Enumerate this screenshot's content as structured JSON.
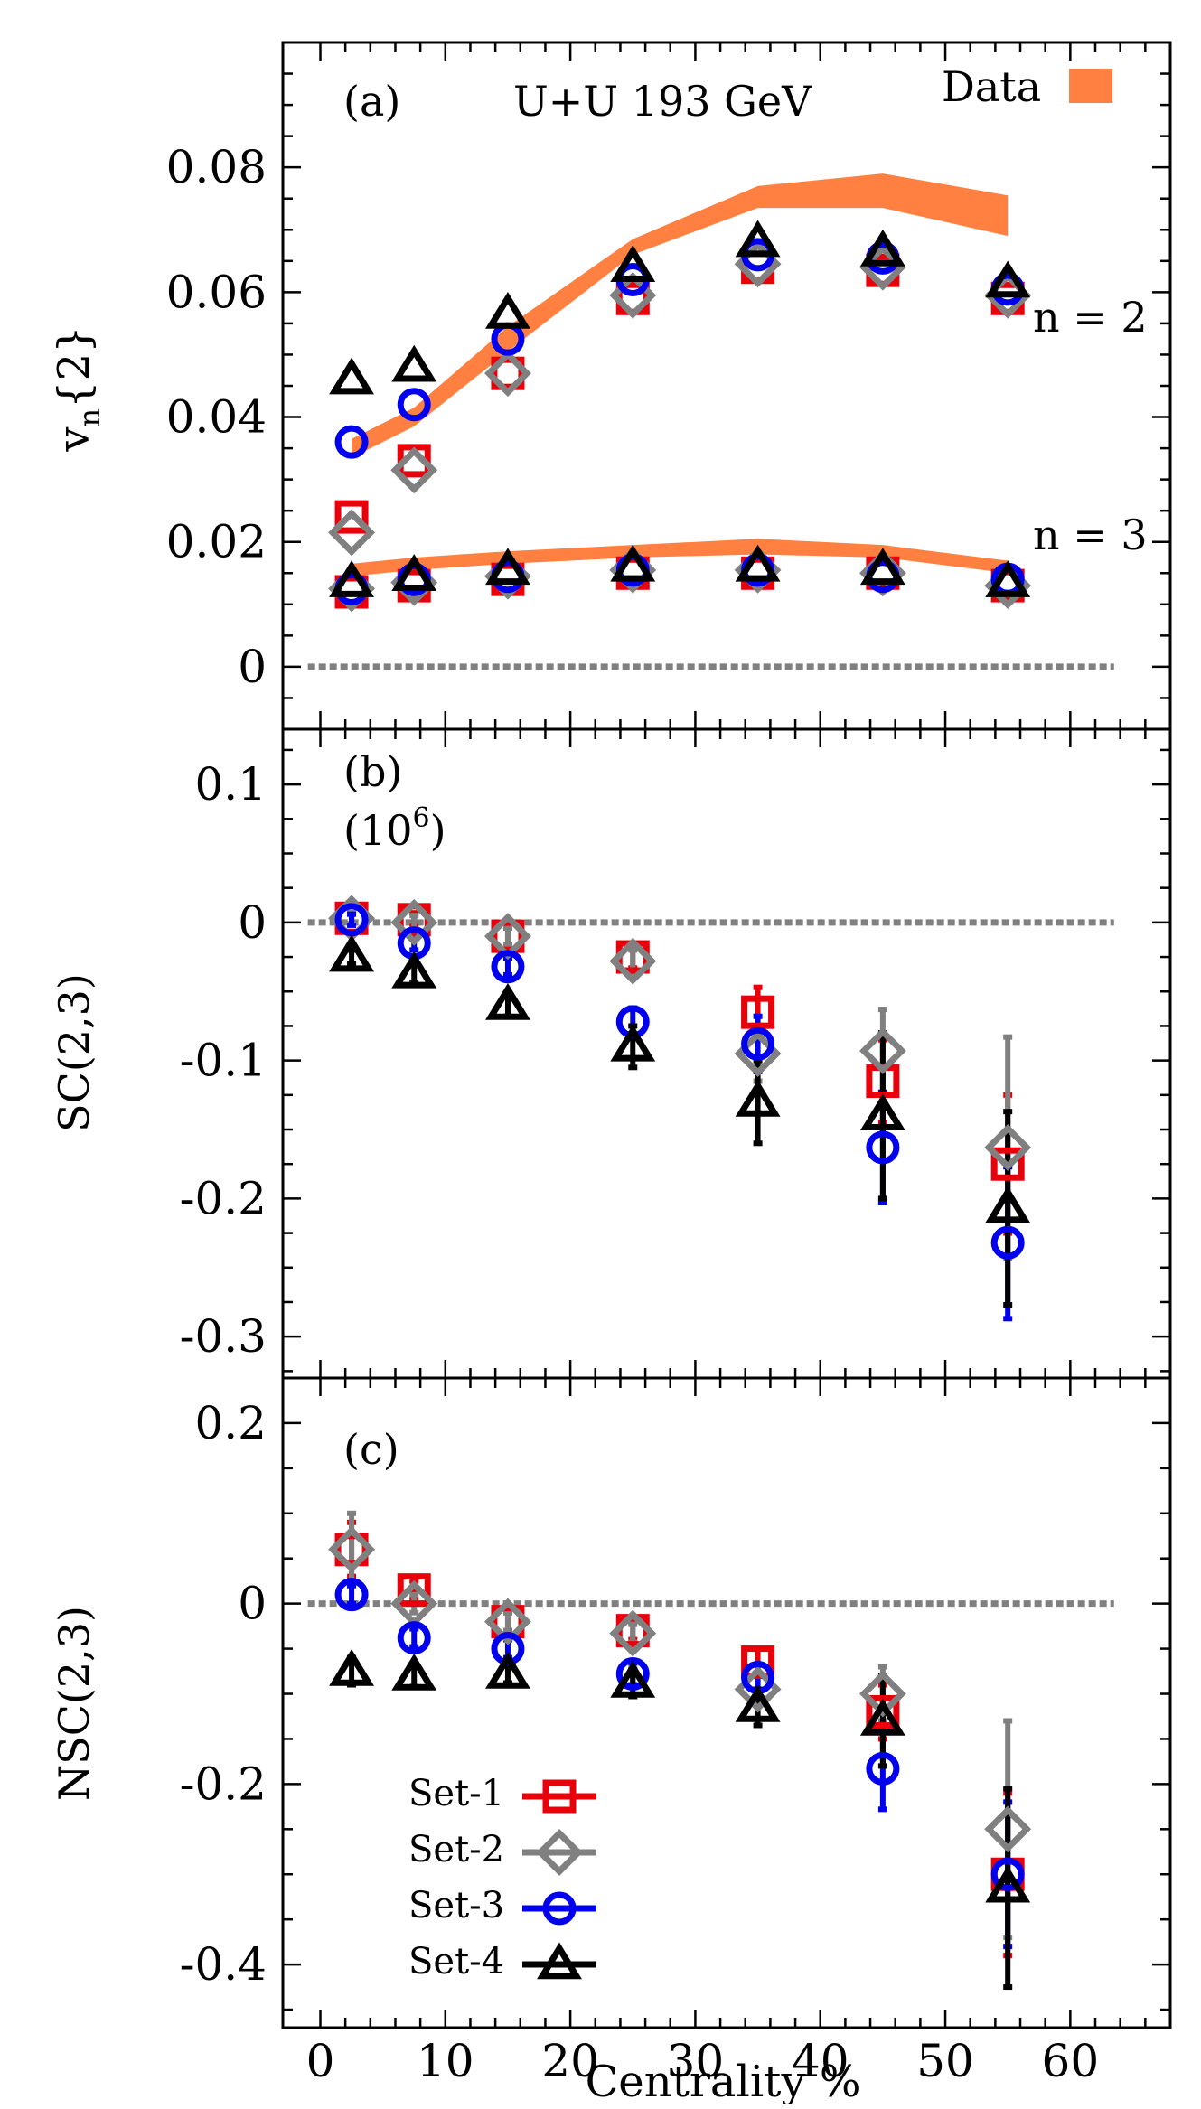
{
  "chart_data": [
    {
      "type": "line",
      "panel_label": "(a)",
      "title": "U+U 193 GeV",
      "ylabel": "v_n{2}",
      "ylabel_main": "v",
      "ylabel_sub": "n",
      "ylabel_rest": "{2}",
      "xlim": [
        -3,
        68
      ],
      "ylim": [
        -0.01,
        0.1
      ],
      "yticks": [
        0,
        0.02,
        0.04,
        0.06,
        0.08
      ],
      "ytick_labels": [
        "0",
        "0.02",
        "0.04",
        "0.06",
        "0.08"
      ],
      "zero_line": true,
      "legend": {
        "label": "Data",
        "color": "#ff8040",
        "placement": "top-right"
      },
      "annotations": [
        {
          "text": "n = 2",
          "x": 60,
          "y": 0.055
        },
        {
          "text": "n = 3",
          "x": 60,
          "y": 0.019
        }
      ],
      "bands": [
        {
          "name": "n = 2",
          "color": "#ff8040",
          "x": [
            2.5,
            7.5,
            15,
            25,
            35,
            45,
            55
          ],
          "low": [
            0.0335,
            0.0385,
            0.0505,
            0.066,
            0.0735,
            0.0735,
            0.069
          ],
          "high": [
            0.0365,
            0.0415,
            0.0545,
            0.0685,
            0.077,
            0.079,
            0.0755
          ]
        },
        {
          "name": "n = 3",
          "color": "#ff8040",
          "x": [
            2.5,
            7.5,
            15,
            25,
            35,
            45,
            55
          ],
          "low": [
            0.0145,
            0.0155,
            0.0165,
            0.0175,
            0.018,
            0.0175,
            0.015
          ],
          "high": [
            0.0165,
            0.0175,
            0.0185,
            0.0195,
            0.0205,
            0.0195,
            0.017
          ]
        }
      ],
      "series": [
        {
          "name": "Set-1",
          "group": "n2",
          "x": [
            2.5,
            7.5,
            15,
            25,
            35,
            45,
            55
          ],
          "y": [
            0.024,
            0.033,
            0.047,
            0.059,
            0.064,
            0.0635,
            0.059
          ],
          "err": [
            0,
            0,
            0,
            0,
            0,
            0,
            0
          ]
        },
        {
          "name": "Set-2",
          "group": "n2",
          "x": [
            2.5,
            7.5,
            15,
            25,
            35,
            45,
            55
          ],
          "y": [
            0.0215,
            0.0315,
            0.047,
            0.0595,
            0.0645,
            0.064,
            0.0595
          ],
          "err": [
            0,
            0,
            0,
            0,
            0,
            0,
            0
          ]
        },
        {
          "name": "Set-3",
          "group": "n2",
          "x": [
            2.5,
            7.5,
            15,
            25,
            35,
            45,
            55
          ],
          "y": [
            0.036,
            0.042,
            0.0525,
            0.062,
            0.066,
            0.0655,
            0.0605
          ],
          "err": [
            0,
            0,
            0,
            0,
            0,
            0,
            0
          ]
        },
        {
          "name": "Set-4",
          "group": "n2",
          "x": [
            2.5,
            7.5,
            15,
            25,
            35,
            45,
            55
          ],
          "y": [
            0.046,
            0.048,
            0.0565,
            0.064,
            0.068,
            0.0665,
            0.0615
          ],
          "err": [
            0,
            0,
            0,
            0,
            0,
            0,
            0
          ]
        },
        {
          "name": "Set-1",
          "group": "n3",
          "x": [
            2.5,
            7.5,
            15,
            25,
            35,
            45,
            55
          ],
          "y": [
            0.012,
            0.013,
            0.014,
            0.015,
            0.015,
            0.015,
            0.013
          ],
          "err": [
            0,
            0,
            0,
            0,
            0,
            0,
            0
          ]
        },
        {
          "name": "Set-2",
          "group": "n3",
          "x": [
            2.5,
            7.5,
            15,
            25,
            35,
            45,
            55
          ],
          "y": [
            0.0125,
            0.0135,
            0.0145,
            0.0155,
            0.0155,
            0.015,
            0.013
          ],
          "err": [
            0,
            0,
            0,
            0,
            0,
            0,
            0
          ]
        },
        {
          "name": "Set-3",
          "group": "n3",
          "x": [
            2.5,
            7.5,
            15,
            25,
            35,
            45,
            55
          ],
          "y": [
            0.0125,
            0.014,
            0.0145,
            0.0155,
            0.0155,
            0.0145,
            0.014
          ],
          "err": [
            0,
            0,
            0,
            0,
            0,
            0,
            0
          ]
        },
        {
          "name": "Set-4",
          "group": "n3",
          "x": [
            2.5,
            7.5,
            15,
            25,
            35,
            45,
            55
          ],
          "y": [
            0.0135,
            0.0145,
            0.0155,
            0.016,
            0.016,
            0.0155,
            0.0135
          ],
          "err": [
            0,
            0,
            0,
            0,
            0,
            0,
            0
          ]
        }
      ]
    },
    {
      "type": "scatter",
      "panel_label": "(b)",
      "panel_label_2_base": "(10",
      "panel_label_2_exp": "6",
      "panel_label_2_end": ")",
      "ylabel": "SC(2,3)",
      "xlim": [
        -3,
        68
      ],
      "ylim": [
        -0.33,
        0.14
      ],
      "yticks": [
        -0.3,
        -0.2,
        -0.1,
        0,
        0.1
      ],
      "ytick_labels": [
        "-0.3",
        "-0.2",
        "-0.1",
        "0",
        "0.1"
      ],
      "zero_line": true,
      "series": [
        {
          "name": "Set-1",
          "x": [
            2.5,
            7.5,
            15,
            25,
            35,
            45,
            55
          ],
          "y": [
            0.003,
            0.002,
            -0.01,
            -0.025,
            -0.065,
            -0.115,
            -0.175
          ],
          "err": [
            0.004,
            0.005,
            0.006,
            0.008,
            0.018,
            0.03,
            0.05
          ]
        },
        {
          "name": "Set-2",
          "x": [
            2.5,
            7.5,
            15,
            25,
            35,
            45,
            55
          ],
          "y": [
            0.003,
            0,
            -0.01,
            -0.028,
            -0.095,
            -0.093,
            -0.163
          ],
          "err": [
            0.004,
            0.005,
            0.006,
            0.008,
            0.02,
            0.03,
            0.08
          ]
        },
        {
          "name": "Set-3",
          "x": [
            2.5,
            7.5,
            15,
            25,
            35,
            45,
            55
          ],
          "y": [
            0.002,
            -0.015,
            -0.032,
            -0.072,
            -0.088,
            -0.163,
            -0.232
          ],
          "err": [
            0.004,
            0.005,
            0.006,
            0.01,
            0.02,
            0.04,
            0.055
          ]
        },
        {
          "name": "Set-4",
          "x": [
            2.5,
            7.5,
            15,
            25,
            35,
            45,
            55
          ],
          "y": [
            -0.025,
            -0.037,
            -0.06,
            -0.09,
            -0.13,
            -0.14,
            -0.207
          ],
          "err": [
            0.005,
            0.007,
            0.008,
            0.015,
            0.03,
            0.06,
            0.07
          ]
        }
      ]
    },
    {
      "type": "scatter",
      "panel_label": "(c)",
      "ylabel": "NSC(2,3)",
      "xlabel": "Centrality %",
      "xlim": [
        -3,
        68
      ],
      "ylim": [
        -0.47,
        0.25
      ],
      "xticks": [
        0,
        10,
        20,
        30,
        40,
        50,
        60
      ],
      "xtick_labels": [
        "0",
        "10",
        "20",
        "30",
        "40",
        "50",
        "60"
      ],
      "yticks": [
        -0.4,
        -0.2,
        0,
        0.2
      ],
      "ytick_labels": [
        "-0.4",
        "-0.2",
        "0",
        "0.2"
      ],
      "zero_line": true,
      "legend": {
        "placement": "bottom-left",
        "entries": [
          "Set-1",
          "Set-2",
          "Set-3",
          "Set-4"
        ]
      },
      "series": [
        {
          "name": "Set-1",
          "x": [
            2.5,
            7.5,
            15,
            25,
            35,
            45,
            55
          ],
          "y": [
            0.06,
            0.015,
            -0.02,
            -0.03,
            -0.065,
            -0.12,
            -0.3
          ],
          "err": [
            0.03,
            0.01,
            0.01,
            0.01,
            0.015,
            0.03,
            0.09
          ]
        },
        {
          "name": "Set-2",
          "x": [
            2.5,
            7.5,
            15,
            25,
            35,
            45,
            55
          ],
          "y": [
            0.06,
            0,
            -0.02,
            -0.033,
            -0.095,
            -0.1,
            -0.25
          ],
          "err": [
            0.04,
            0.01,
            0.01,
            0.01,
            0.015,
            0.03,
            0.12
          ]
        },
        {
          "name": "Set-3",
          "x": [
            2.5,
            7.5,
            15,
            25,
            35,
            45,
            55
          ],
          "y": [
            0.01,
            -0.038,
            -0.05,
            -0.078,
            -0.082,
            -0.183,
            -0.3
          ],
          "err": [
            0.01,
            0.01,
            0.01,
            0.012,
            0.015,
            0.045,
            0.08
          ]
        },
        {
          "name": "Set-4",
          "x": [
            2.5,
            7.5,
            15,
            25,
            35,
            45,
            55
          ],
          "y": [
            -0.075,
            -0.08,
            -0.078,
            -0.088,
            -0.115,
            -0.13,
            -0.315
          ],
          "err": [
            0.015,
            0.012,
            0.01,
            0.015,
            0.02,
            0.05,
            0.11
          ]
        }
      ]
    }
  ],
  "styles": {
    "Set-1": {
      "color": "#e8000b",
      "marker": "square"
    },
    "Set-2": {
      "color": "#808080",
      "marker": "diamond"
    },
    "Set-3": {
      "color": "#0000ee",
      "marker": "circle"
    },
    "Set-4": {
      "color": "#000000",
      "marker": "triangle"
    },
    "zero_line_color": "#808080",
    "band_color": "#ff8040"
  }
}
